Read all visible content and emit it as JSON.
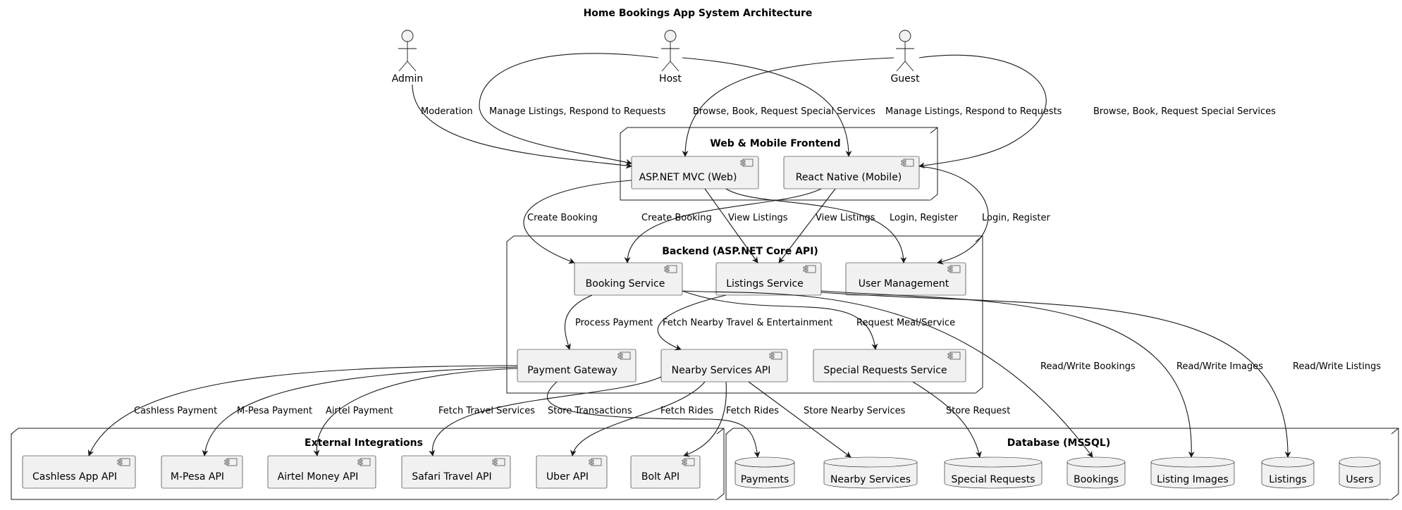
{
  "title": "Home Bookings App System Architecture",
  "actors": {
    "admin": "Admin",
    "host": "Host",
    "guest": "Guest"
  },
  "frontend": {
    "title": "Web & Mobile Frontend",
    "web": "ASP.NET MVC (Web)",
    "mobile": "React Native (Mobile)"
  },
  "backend": {
    "title": "Backend (ASP.NET Core API)",
    "booking": "Booking Service",
    "listings": "Listings Service",
    "users": "User Management",
    "payment": "Payment Gateway",
    "nearby": "Nearby Services API",
    "special": "Special Requests Service"
  },
  "external": {
    "title": "External Integrations",
    "cashless": "Cashless App API",
    "mpesa": "M-Pesa API",
    "airtel": "Airtel Money API",
    "safari": "Safari Travel API",
    "uber": "Uber API",
    "bolt": "Bolt API"
  },
  "database": {
    "title": "Database (MSSQL)",
    "payments": "Payments",
    "nearby": "Nearby Services",
    "special": "Special Requests",
    "bookings": "Bookings",
    "images": "Listing Images",
    "listings": "Listings",
    "users": "Users"
  },
  "edges": {
    "admin_web": "Moderation",
    "host_web": "Manage Listings, Respond to Requests",
    "guest_web": "Browse, Book, Request Special Services",
    "host_mobile": "Manage Listings, Respond to Requests",
    "guest_mobile": "Browse, Book, Request Special Services",
    "web_booking": "Create Booking",
    "mobile_booking": "Create Booking",
    "web_listings": "View Listings",
    "mobile_listings": "View Listings",
    "web_users": "Login, Register",
    "mobile_users": "Login, Register",
    "booking_payment": "Process Payment",
    "listings_nearby": "Fetch Nearby Travel & Entertainment",
    "booking_special": "Request Meal/Service",
    "booking_db": "Read/Write Bookings",
    "listings_images": "Read/Write Images",
    "listings_db": "Read/Write Listings",
    "pay_cashless": "Cashless Payment",
    "pay_mpesa": "M-Pesa Payment",
    "pay_airtel": "Airtel Payment",
    "pay_store": "Store Transactions",
    "nearby_safari": "Fetch Travel Services",
    "nearby_uber": "Fetch Rides",
    "nearby_bolt": "Fetch Rides",
    "nearby_store": "Store Nearby Services",
    "special_store": "Store Request"
  }
}
